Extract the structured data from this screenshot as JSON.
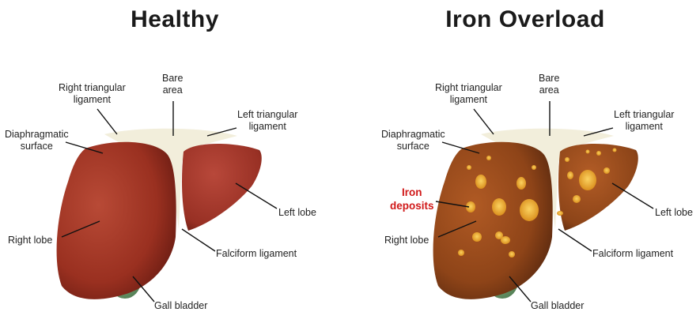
{
  "panels": [
    {
      "title": "Healthy",
      "labels": {
        "right_triangular": [
          "Right triangular",
          "ligament"
        ],
        "bare_area": [
          "Bare",
          "area"
        ],
        "left_triangular": [
          "Left triangular",
          "ligament"
        ],
        "diaphragmatic": [
          "Diaphragmatic",
          "surface"
        ],
        "left_lobe": "Left lobe",
        "right_lobe": "Right lobe",
        "falciform": "Falciform ligament",
        "gall_bladder": "Gall bladder"
      }
    },
    {
      "title": "Iron Overload",
      "labels": {
        "right_triangular": [
          "Right triangular",
          "ligament"
        ],
        "bare_area": [
          "Bare",
          "area"
        ],
        "left_triangular": [
          "Left triangular",
          "ligament"
        ],
        "diaphragmatic": [
          "Diaphragmatic",
          "surface"
        ],
        "iron_deposits": [
          "Iron",
          "deposits"
        ],
        "left_lobe": "Left lobe",
        "right_lobe": "Right lobe",
        "falciform": "Falciform ligament",
        "gall_bladder": "Gall bladder"
      }
    }
  ],
  "colors": {
    "healthy_liver": "#a83a2a",
    "overload_liver": "#9a4a1c",
    "ligament": "#f2eedb",
    "gall_bladder": "#6e9a6a",
    "iron_deposit": "#e8a020",
    "iron_label": "#d01818"
  }
}
